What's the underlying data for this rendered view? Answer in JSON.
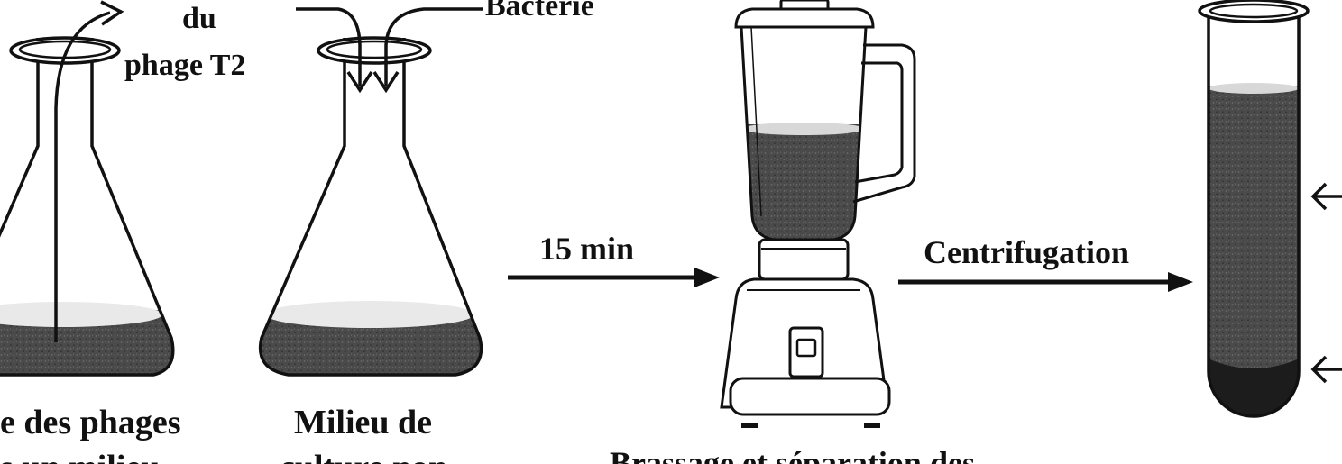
{
  "colors": {
    "ink": "#111111",
    "liquid": "#4a4a4a",
    "pellet": "#1c1c1c",
    "background": "#ffffff"
  },
  "labels": {
    "flask1_du": "du",
    "flask1_phage": "phage T2",
    "bacterie": "Bactérie",
    "flask1_caption_1": "e des phages",
    "flask1_caption_2": "s un milieu",
    "flask2_caption_1": "Milieu de",
    "flask2_caption_2": "culture non",
    "time_15min": "15 min",
    "centrifugation": "Centrifugation",
    "blender_caption": "Brassage et séparation des"
  }
}
